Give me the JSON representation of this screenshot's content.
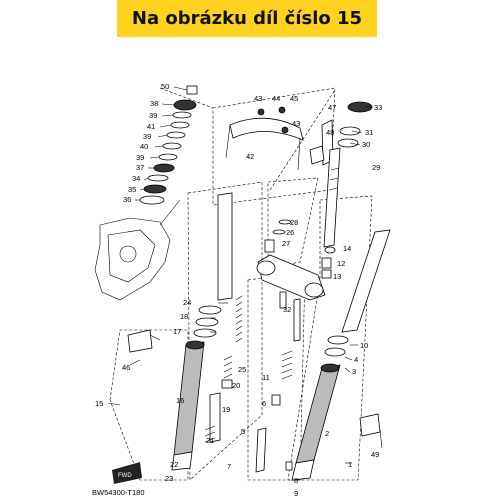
{
  "banner": {
    "text": "Na obrázku díl číslo 15",
    "color": "#ffd21f"
  },
  "diagram_code": "BW54300-T180",
  "fwd_label": "FWD",
  "callouts": [
    "50",
    "38",
    "39",
    "41",
    "39",
    "40",
    "39",
    "37",
    "34",
    "35",
    "36",
    "43",
    "44",
    "45",
    "43",
    "42",
    "47",
    "48",
    "33",
    "31",
    "30",
    "29",
    "28",
    "26",
    "27",
    "14",
    "12",
    "13",
    "24",
    "18",
    "17",
    "32",
    "10",
    "4",
    "3",
    "25",
    "20",
    "11",
    "19",
    "6",
    "46",
    "16",
    "15",
    "5",
    "2",
    "21",
    "22",
    "23",
    "7",
    "1",
    "8",
    "9",
    "49"
  ]
}
